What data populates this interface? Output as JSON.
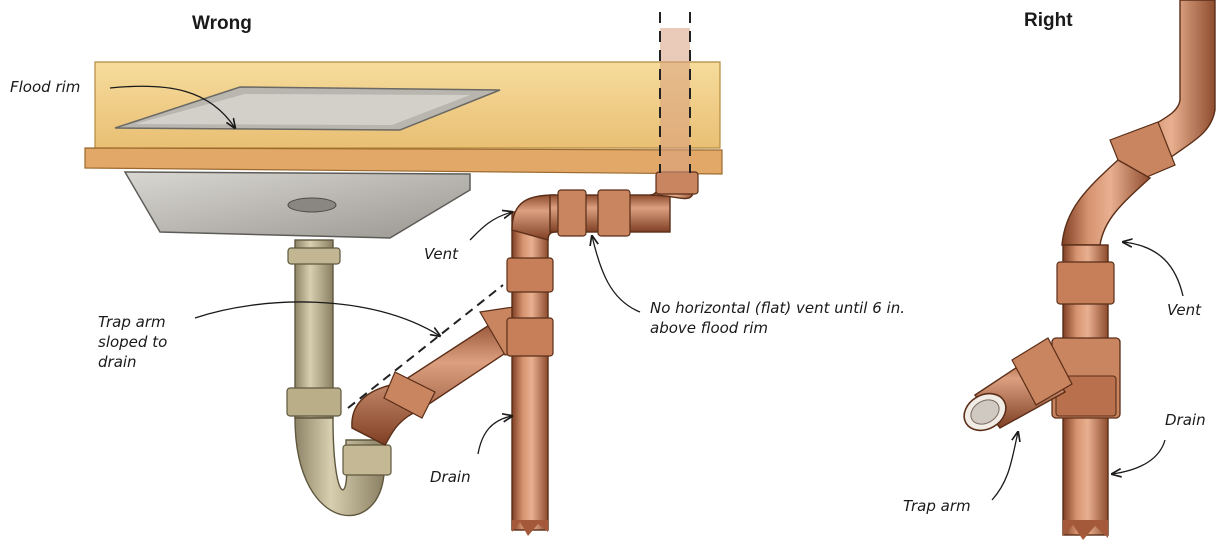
{
  "panels": {
    "wrong": {
      "title": "Wrong",
      "labels": {
        "flood_rim": "Flood rim",
        "vent": "Vent",
        "trap_arm": "Trap arm sloped to drain",
        "no_horizontal_vent": "No horizontal (flat) vent until 6 in. above flood rim",
        "drain": "Drain"
      }
    },
    "right": {
      "title": "Right",
      "labels": {
        "vent": "Vent",
        "drain": "Drain",
        "trap_arm": "Trap arm"
      }
    }
  },
  "colors": {
    "copper": "#c9805a",
    "copper_dark": "#8a4a2c",
    "brass_trap": "#b3a37c",
    "countertop": "#f0d08a",
    "sink_steel": "#b5b2ac",
    "outline": "#2a2a2a"
  }
}
